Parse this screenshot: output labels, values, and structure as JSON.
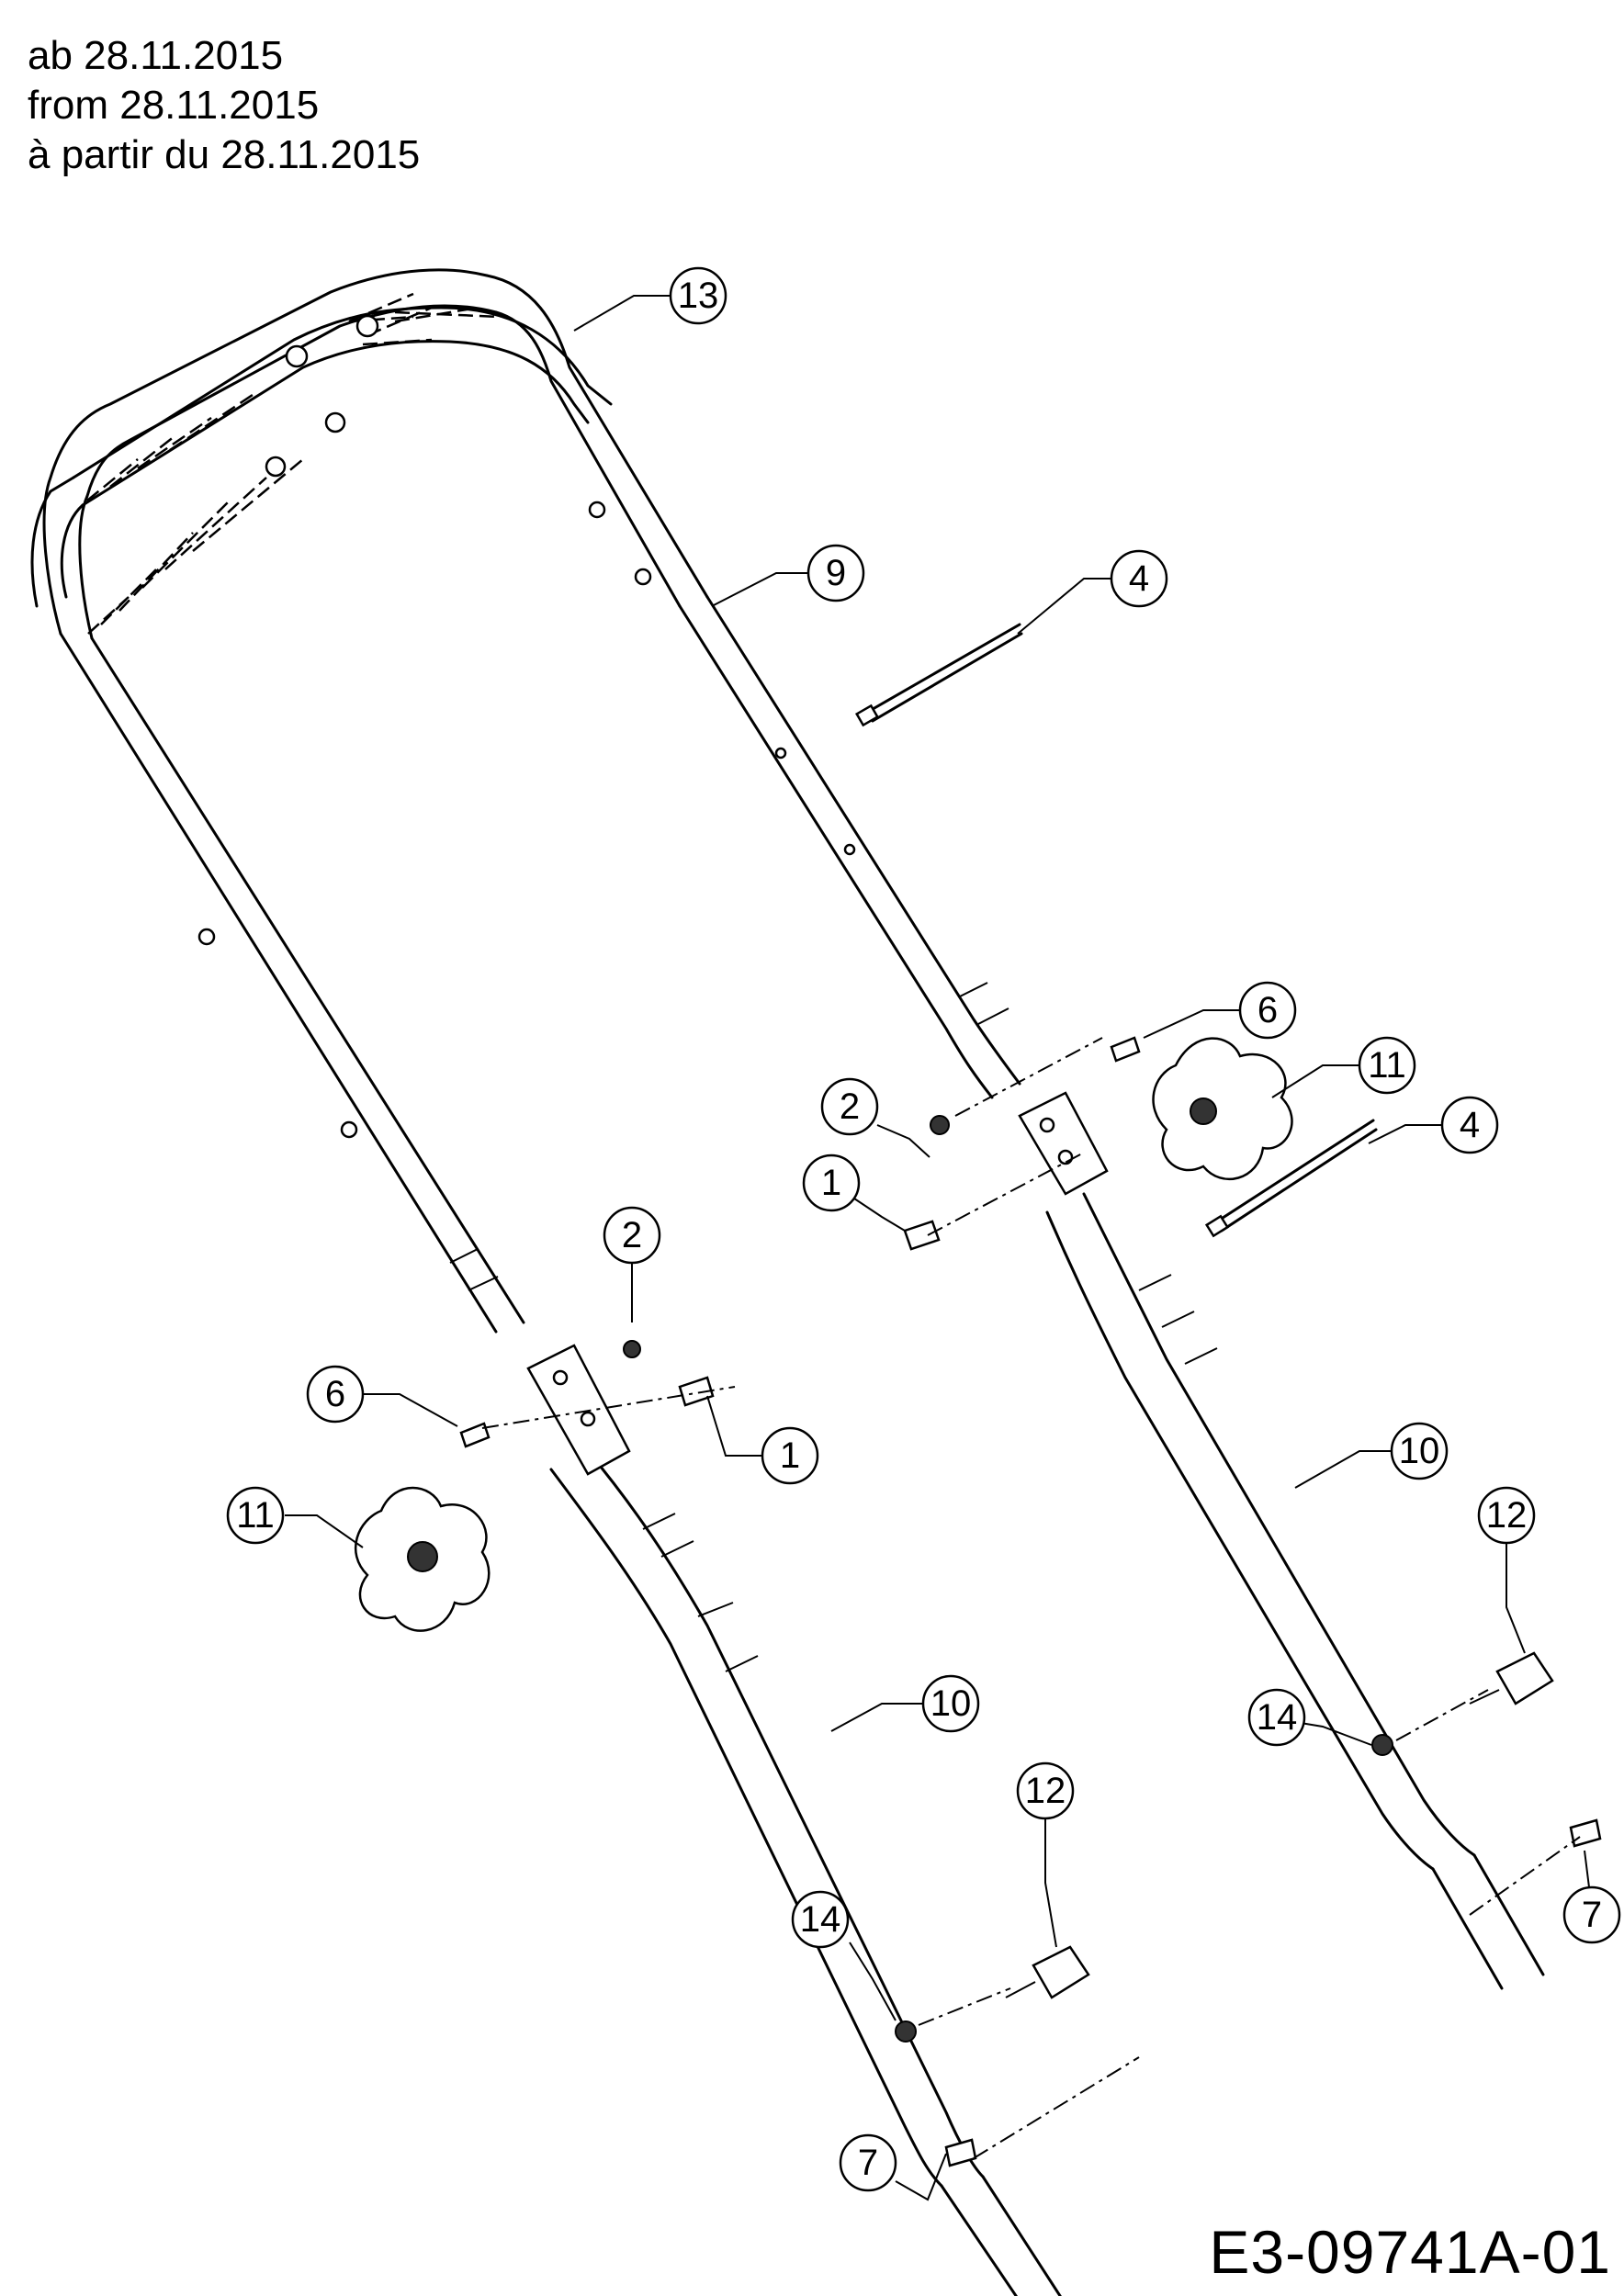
{
  "header": {
    "lines": [
      "ab 28.11.2015",
      "from 28.11.2015",
      "à partir du 28.11.2015"
    ]
  },
  "document_code": "E3-09741A-01",
  "callouts": [
    {
      "id": "c13",
      "label": "13"
    },
    {
      "id": "c9",
      "label": "9"
    },
    {
      "id": "c4a",
      "label": "4"
    },
    {
      "id": "c6a",
      "label": "6"
    },
    {
      "id": "c11a",
      "label": "11"
    },
    {
      "id": "c2a",
      "label": "2"
    },
    {
      "id": "c4b",
      "label": "4"
    },
    {
      "id": "c1a",
      "label": "1"
    },
    {
      "id": "c2b",
      "label": "2"
    },
    {
      "id": "c6b",
      "label": "6"
    },
    {
      "id": "c1b",
      "label": "1"
    },
    {
      "id": "c10a",
      "label": "10"
    },
    {
      "id": "c11b",
      "label": "11"
    },
    {
      "id": "c12a",
      "label": "12"
    },
    {
      "id": "c10b",
      "label": "10"
    },
    {
      "id": "c14a",
      "label": "14"
    },
    {
      "id": "c12b",
      "label": "12"
    },
    {
      "id": "c7a",
      "label": "7"
    },
    {
      "id": "c14b",
      "label": "14"
    },
    {
      "id": "c7b",
      "label": "7"
    }
  ]
}
